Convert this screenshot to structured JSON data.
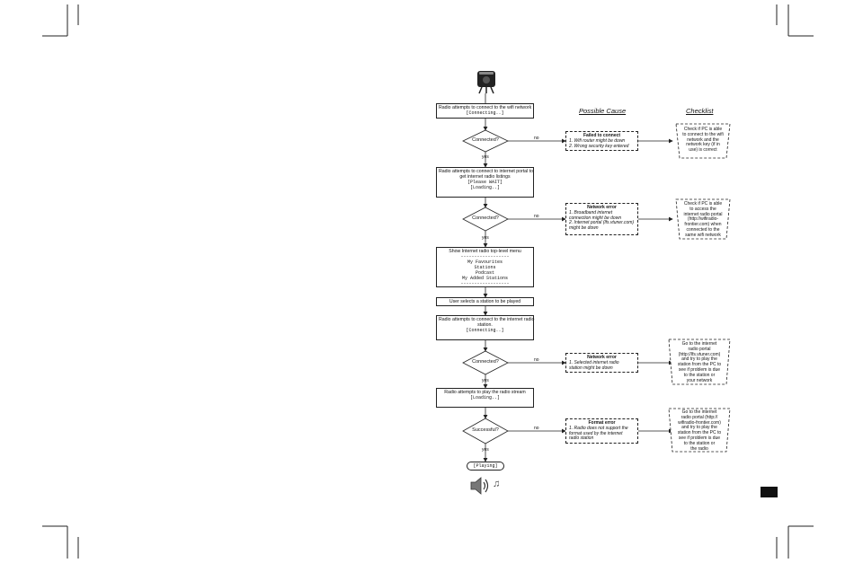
{
  "headers": {
    "possible_cause": "Possible Cause",
    "checklist": "Checklist"
  },
  "steps": {
    "s1": [
      "Radio attempts to connect to the wifi network",
      "[Connecting..]"
    ],
    "s2": [
      "Radio attempts to connect to internet portal to",
      "get internet radio listings",
      "[Please WAIT]",
      "[Loading..]"
    ],
    "s3": [
      "Show Internet radio top-level menu",
      "------------------",
      "My Favourites",
      "Stations",
      "Podcast",
      "My Added Stations",
      "------------------"
    ],
    "s4": [
      "User selects a station to be played"
    ],
    "s5": [
      "Radio attempts to connect to the internet radio",
      "station.",
      "[Connecting..]"
    ],
    "s6": [
      "Radio attempts to play the radio stream",
      "[Loading..]"
    ],
    "end": "[Playing]"
  },
  "decisions": [
    "Connected?",
    "Connected?",
    "Connected?",
    "Successful?"
  ],
  "labels": {
    "yes": "yes",
    "no": "no"
  },
  "causes": [
    {
      "title": "Failed to connect",
      "items": [
        "1. Wifi router might be down",
        "2. Wrong security key entered"
      ]
    },
    {
      "title": "Network error",
      "items": [
        "1. Broadband internet",
        "connection might be down",
        "2. Internet portal (lfs.vtuner.com)",
        "might be down"
      ]
    },
    {
      "title": "Network error",
      "items": [
        "1. Selected internet radio",
        "station might be down"
      ]
    },
    {
      "title": "Format error",
      "items": [
        "1. Radio does not support the",
        "format used by the internet",
        "radio station"
      ]
    }
  ],
  "checklist": [
    [
      "Check if PC is able",
      "to connect to the wifi",
      "network and the",
      "network key (if in",
      "use) is correct"
    ],
    [
      "Check if PC is able",
      "to access the",
      "internet radio portal",
      "(http://wifiradio-",
      "frontier.com) when",
      "connected to the",
      "same wifi network"
    ],
    [
      "Go to the internet",
      "radio portal",
      "(http://lfs.vtuner.com)",
      "and try to play the",
      "station from the PC to",
      "see if problem is due",
      "to the station or",
      "your network"
    ],
    [
      "Go to the internet",
      "radio portal (http://",
      "wifiradio-frontier.com)",
      "and try to play the",
      "station from the PC to",
      "see if problem is due",
      "to the station or",
      "the radio"
    ]
  ],
  "icons": {
    "top": "radio-speaker-icon",
    "bottom_speaker": "speaker-volume-icon",
    "bottom_note": "music-note-icon"
  },
  "page_badge_color": "#111111"
}
